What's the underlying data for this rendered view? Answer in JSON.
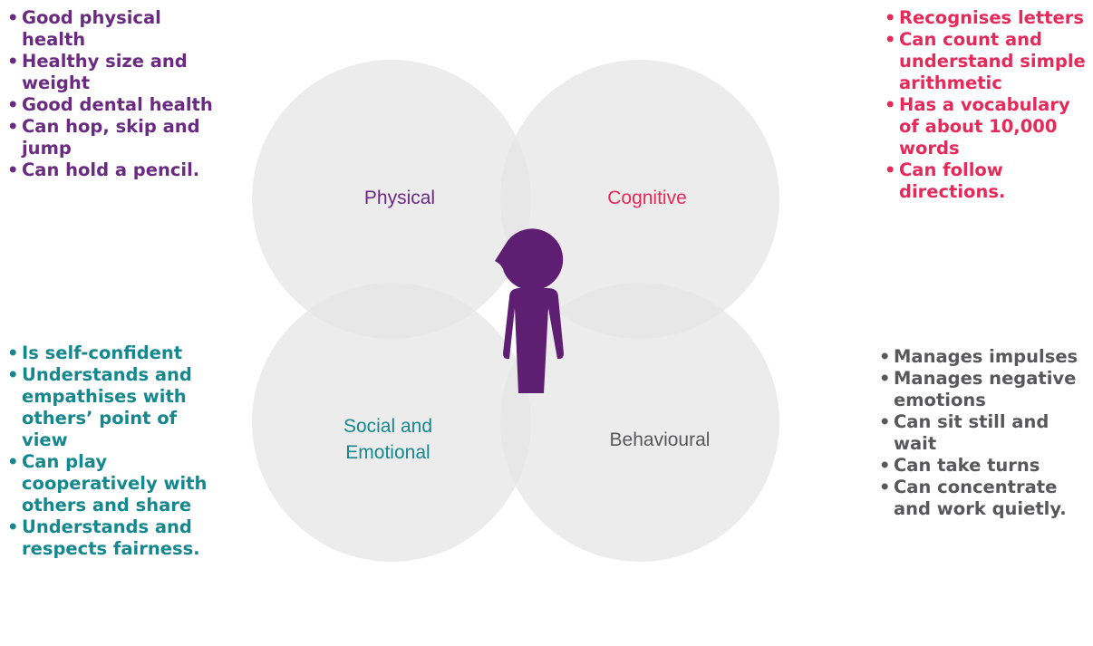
{
  "colors": {
    "physical": "#6a2a82",
    "cognitive": "#e52a5a",
    "social": "#15878e",
    "behavioural": "#58585a",
    "circle_fill": "#e5e5e5",
    "figure": "#5e1f72"
  },
  "icons": {
    "center": "person-icon"
  },
  "diagram": {
    "physical_label": "Physical",
    "cognitive_label": "Cognitive",
    "social_label_line1": "Social and",
    "social_label_line2": "Emotional",
    "behavioural_label": "Behavioural"
  },
  "lists": {
    "physical": [
      "Good physical health",
      "Healthy size and weight",
      "Good dental health",
      "Can hop, skip and jump",
      "Can hold a pencil."
    ],
    "cognitive": [
      "Recognises letters",
      "Can count and understand simple arithmetic",
      "Has a vocabulary of about 10,000 words",
      "Can follow directions."
    ],
    "social": [
      "Is self-confident",
      "Understands and empathises with others’ point of view",
      "Can play cooperatively with others and share",
      "Understands and respects fairness."
    ],
    "behavioural": [
      "Manages impulses",
      "Manages negative emotions",
      "Can sit still and wait",
      "Can take turns",
      "Can concentrate and work quietly."
    ]
  }
}
